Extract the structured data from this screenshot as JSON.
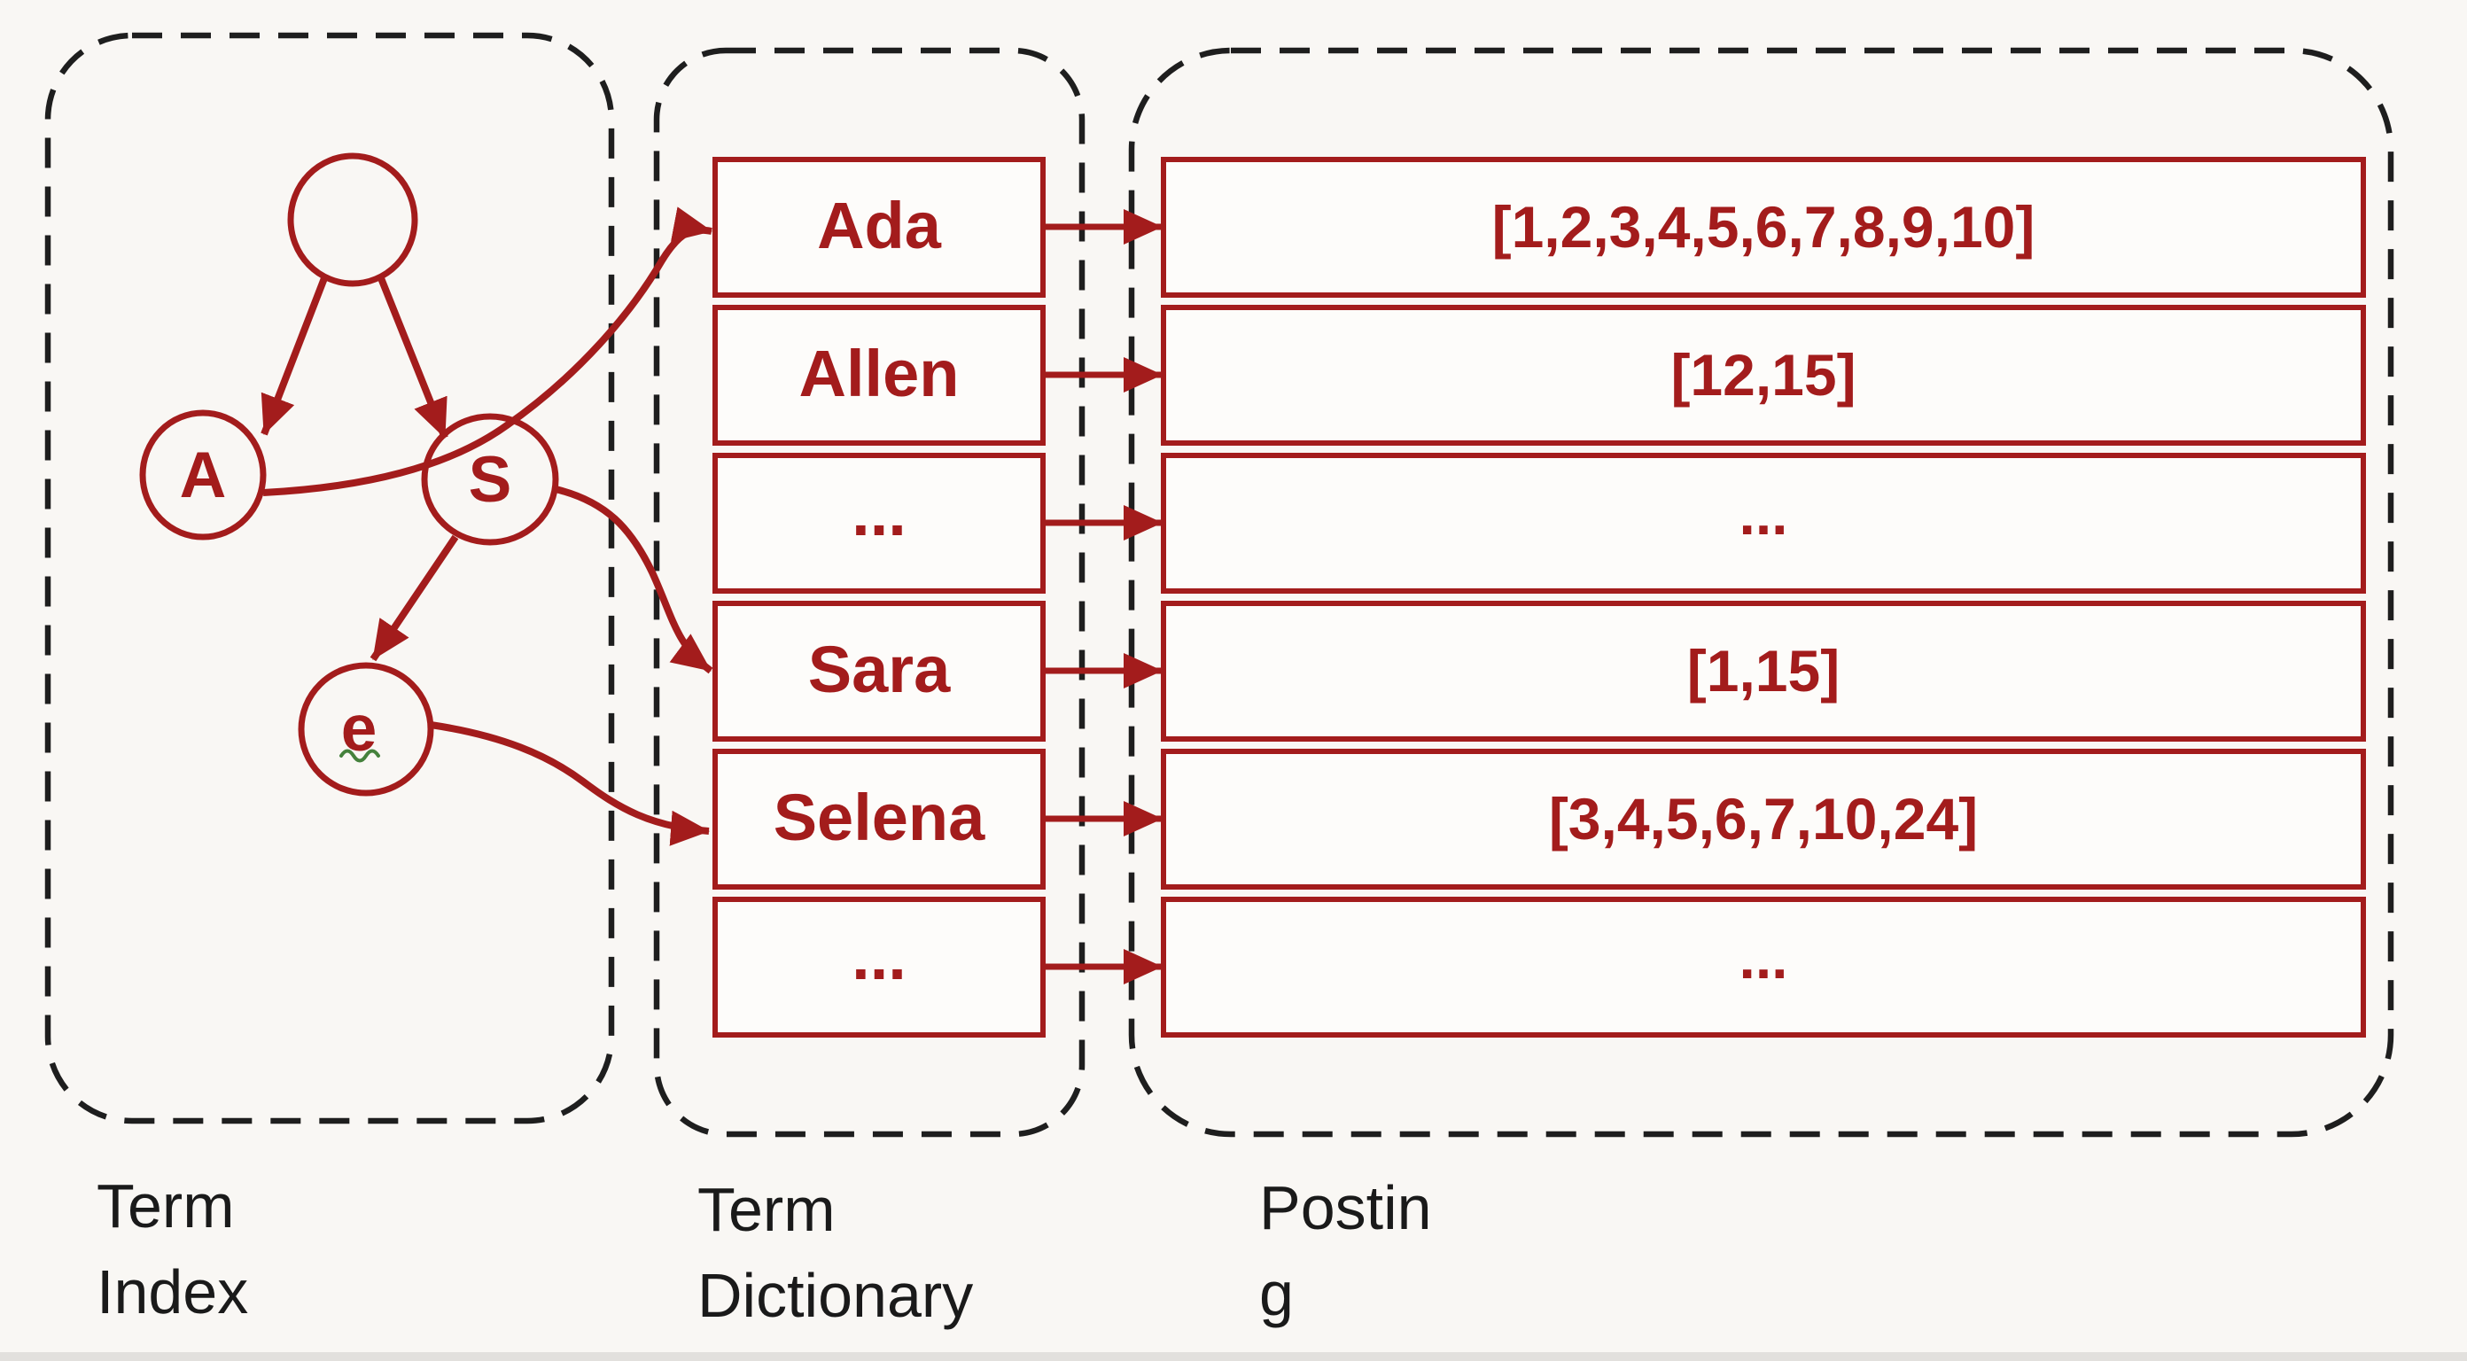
{
  "colors": {
    "accent_red": "#a31c1c",
    "dash_black": "#1e1e1e",
    "squiggle_green": "#45813c",
    "background": "#f9f7f4",
    "box_fill": "#fdfcfa",
    "label_black": "#1a1a1a"
  },
  "term_index": {
    "node_labels": {
      "root": "",
      "a": "A",
      "s": "S",
      "e": "e"
    }
  },
  "term_dictionary": {
    "terms": [
      "Ada",
      "Allen",
      "...",
      "Sara",
      "Selena",
      "..."
    ]
  },
  "posting": {
    "lists": [
      "[1,2,3,4,5,6,7,8,9,10]",
      "[12,15]",
      "...",
      "[1,15]",
      "[3,4,5,6,7,10,24]",
      "..."
    ]
  },
  "section_labels": {
    "index": {
      "line1": "Term",
      "line2": "Index"
    },
    "dictionary": {
      "line1": "Term",
      "line2": "Dictionary"
    },
    "posting": {
      "line1": "Postin",
      "line2": "g"
    }
  }
}
